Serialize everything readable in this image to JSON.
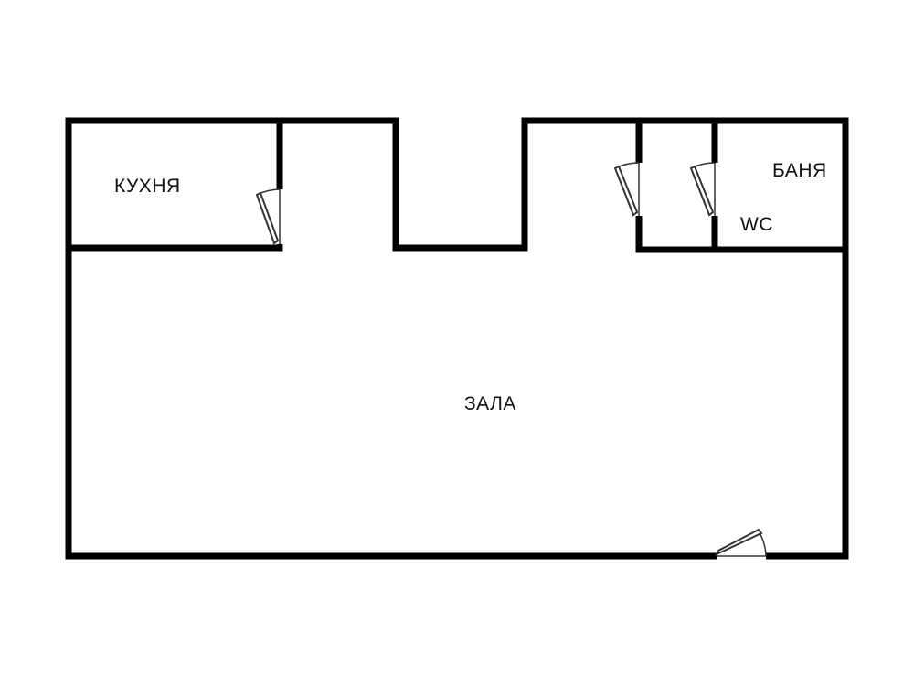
{
  "floor_plan": {
    "rooms": [
      {
        "key": "kitchen",
        "label": "КУХНЯ"
      },
      {
        "key": "bathroom",
        "label": "БАНЯ"
      },
      {
        "key": "wc",
        "label": "WC"
      },
      {
        "key": "hall",
        "label": "ЗАЛА"
      }
    ],
    "colors": {
      "walls": "#000000",
      "background": "#ffffff",
      "doors": "#333333"
    },
    "doors": [
      "kitchen-door",
      "wc-door-left",
      "wc-door-right",
      "entrance-door"
    ]
  }
}
